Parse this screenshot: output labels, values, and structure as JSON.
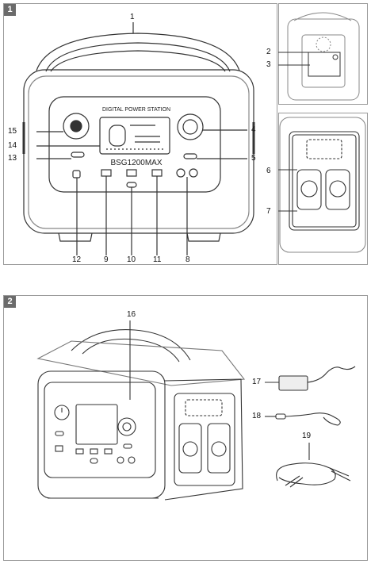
{
  "section1": {
    "badge": "1",
    "panel_title": "DIGITAL POWER STATION",
    "model_name": "BSG1200MAX",
    "callouts": {
      "c1": "1",
      "c2": "2",
      "c3": "3",
      "c4": "4",
      "c5": "5",
      "c6": "6",
      "c7": "7",
      "c8": "8",
      "c9": "9",
      "c10": "10",
      "c11": "11",
      "c12": "12",
      "c13": "13",
      "c14": "14",
      "c15": "15"
    }
  },
  "section2": {
    "badge": "2",
    "callouts": {
      "c16": "16",
      "c17": "17",
      "c18": "18",
      "c19": "19"
    }
  }
}
